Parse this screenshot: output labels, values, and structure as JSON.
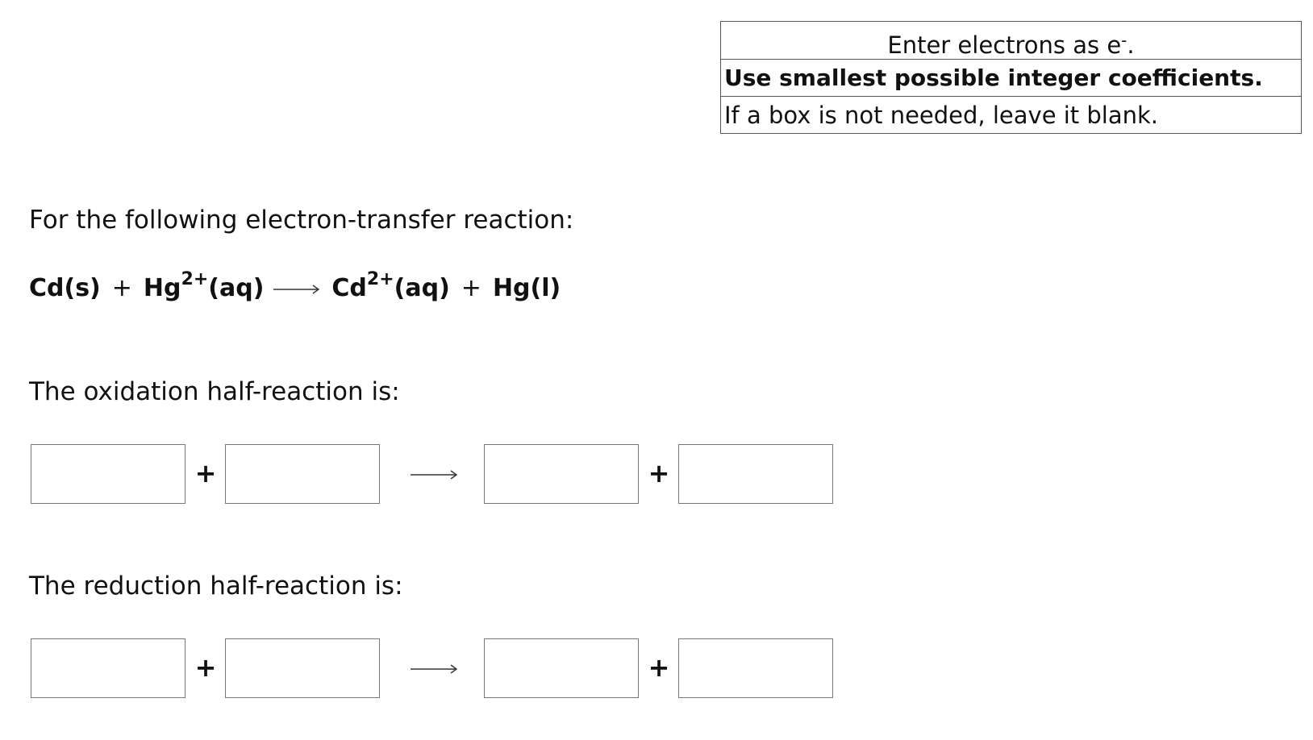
{
  "instructions": {
    "line1_text": "Enter electrons as e",
    "line1_superscript": "-",
    "line1_suffix": ".",
    "line2": "Use smallest possible integer coefficients.",
    "line3": "If a box is not needed, leave it blank."
  },
  "question": {
    "intro": "For the following electron-transfer reaction:",
    "equation": {
      "reactant1": "Cd(s)",
      "plus1": "+",
      "reactant2": "Hg",
      "reactant2_charge": "2+",
      "reactant2_state": "(aq)",
      "product1": "Cd",
      "product1_charge": "2+",
      "product1_state": "(aq)",
      "plus2": "+",
      "product2": "Hg(l)"
    },
    "oxidation_prompt": "The oxidation half-reaction is:",
    "reduction_prompt": "The reduction half-reaction is:"
  },
  "half_reaction": {
    "plus_symbol": "+",
    "arrow_icon": "long-right-arrow-icon",
    "oxidation_values": [
      "",
      "",
      "",
      ""
    ],
    "reduction_values": [
      "",
      "",
      "",
      ""
    ]
  }
}
